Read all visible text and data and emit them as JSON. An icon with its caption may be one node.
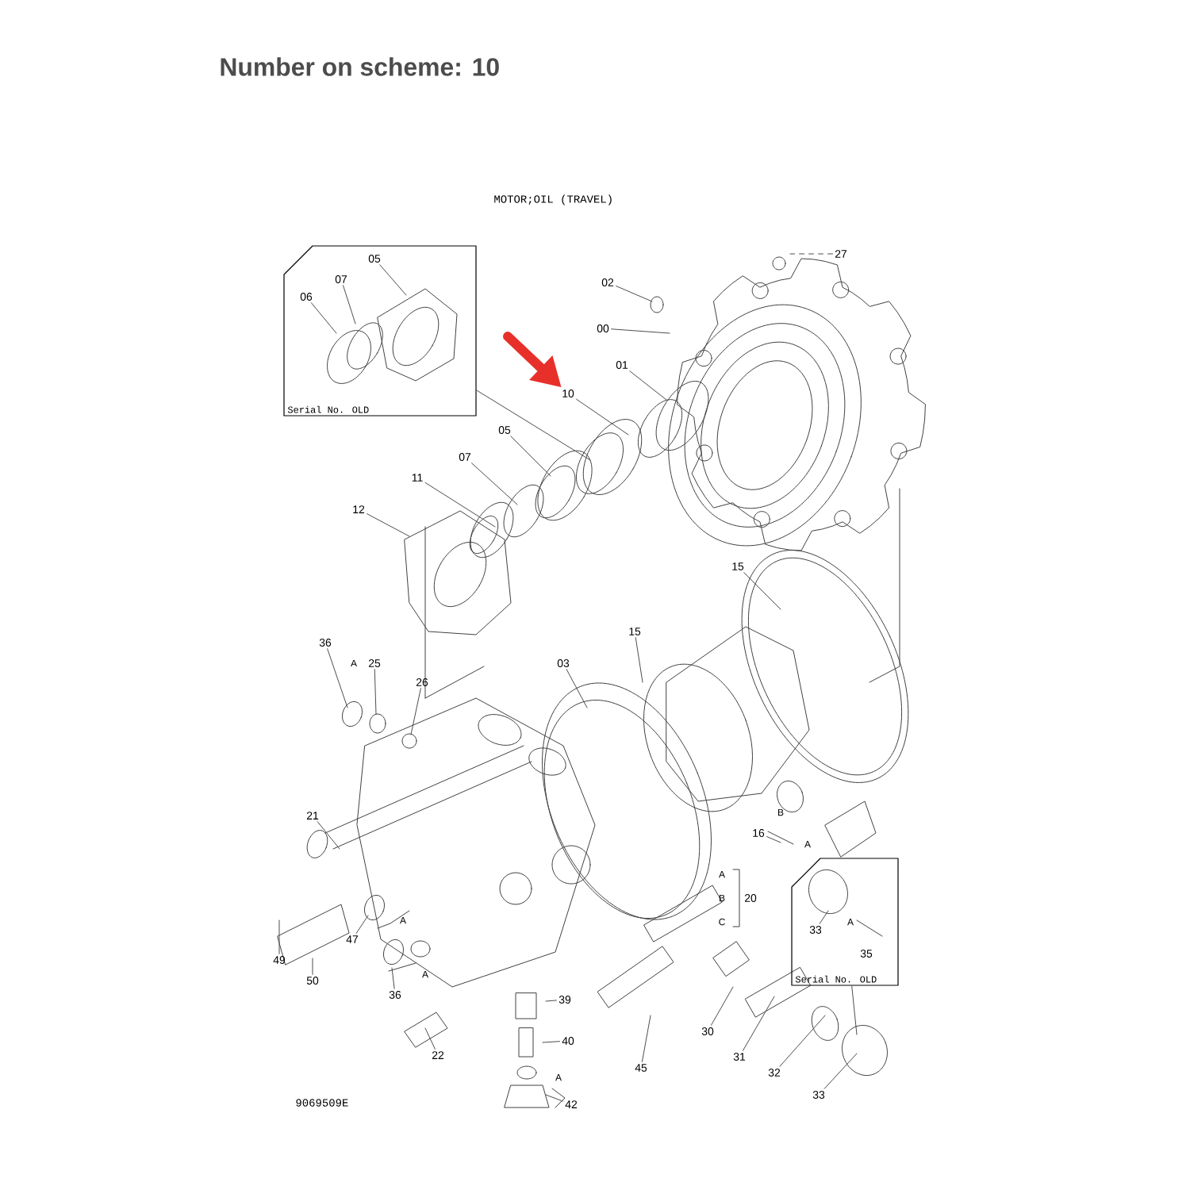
{
  "diagram": {
    "title": "Number on scheme: 10",
    "nodes": [
      {
        "text": [
          "Serial No. OLD"
        ]
      },
      {
        "text": [
          "06"
        ],
        "in": 0
      },
      {
        "text": [
          "07"
        ],
        "in": 0
      },
      {
        "text": [
          "05"
        ],
        "in": 0
      },
      {
        "text": [
          "02"
        ]
      },
      {
        "text": [
          "00"
        ]
      },
      {
        "text": [
          "01"
        ]
      },
      {
        "text": [
          "10"
        ]
      },
      {
        "text": [
          "05"
        ]
      },
      {
        "text": [
          "07"
        ]
      },
      {
        "text": [
          "11"
        ]
      },
      {
        "text": [
          "12"
        ]
      },
      {
        "text": [
          "27"
        ]
      },
      {
        "text": [
          "15"
        ]
      },
      {
        "text": [
          "15"
        ]
      },
      {
        "text": [
          "03"
        ]
      },
      {
        "text": [
          "36"
        ]
      },
      {
        "text": [
          "25"
        ]
      },
      {
        "text": [
          "26"
        ]
      },
      {
        "text": [
          "21"
        ]
      },
      {
        "text": [
          "16"
        ]
      },
      {
        "text": [
          "20"
        ]
      },
      {
        "text": [
          "Serial No. OLD"
        ]
      },
      {
        "text": [
          "33"
        ],
        "in": 22
      },
      {
        "text": [
          "35"
        ],
        "in": 22
      },
      {
        "text": [
          "47"
        ]
      },
      {
        "text": [
          "49"
        ]
      },
      {
        "text": [
          "50"
        ]
      },
      {
        "text": [
          "36"
        ]
      },
      {
        "text": [
          "22"
        ]
      },
      {
        "text": [
          "39"
        ]
      },
      {
        "text": [
          "40"
        ]
      },
      {
        "text": [
          "42"
        ]
      },
      {
        "text": [
          "45"
        ]
      },
      {
        "text": [
          "30"
        ]
      },
      {
        "text": [
          "31"
        ]
      },
      {
        "text": [
          "32"
        ]
      },
      {
        "text": [
          "33"
        ]
      }
    ],
    "edges": [
      {
        "from": 1,
        "to": null,
        "arrow": "none"
      },
      {
        "from": 2,
        "to": null,
        "arrow": "none"
      },
      {
        "from": 3,
        "to": null,
        "arrow": "none"
      },
      {
        "from": 4,
        "to": null,
        "arrow": "none"
      },
      {
        "from": 5,
        "to": null,
        "arrow": "none"
      },
      {
        "from": 6,
        "to": null,
        "arrow": "none"
      },
      {
        "from": 7,
        "to": null,
        "arrow": "none"
      },
      {
        "from": 8,
        "to": null,
        "arrow": "none"
      },
      {
        "from": 9,
        "to": null,
        "arrow": "none"
      },
      {
        "from": 10,
        "to": null,
        "arrow": "none"
      },
      {
        "from": 11,
        "to": null,
        "arrow": "none"
      },
      {
        "from": 12,
        "to": null,
        "arrow": "none",
        "style": "dashed"
      },
      {
        "from": 13,
        "to": null,
        "arrow": "none"
      },
      {
        "from": 14,
        "to": null,
        "arrow": "none"
      },
      {
        "from": 15,
        "to": null,
        "arrow": "none"
      },
      {
        "from": 16,
        "to": null,
        "arrow": "none"
      },
      {
        "from": 17,
        "to": null,
        "arrow": "none"
      },
      {
        "from": 18,
        "to": null,
        "arrow": "none"
      },
      {
        "from": 19,
        "to": null,
        "arrow": "none"
      },
      {
        "from": 20,
        "to": null,
        "arrow": "none"
      },
      {
        "from": 23,
        "to": null,
        "arrow": "none"
      },
      {
        "from": 25,
        "to": null,
        "arrow": "none"
      },
      {
        "from": 26,
        "to": null,
        "arrow": "none"
      },
      {
        "from": 27,
        "to": null,
        "arrow": "none"
      },
      {
        "from": 28,
        "to": null,
        "arrow": "none"
      },
      {
        "from": 29,
        "to": null,
        "arrow": "none"
      },
      {
        "from": 30,
        "to": null,
        "arrow": "none"
      },
      {
        "from": 31,
        "to": null,
        "arrow": "none"
      },
      {
        "from": 32,
        "to": null,
        "arrow": "none"
      },
      {
        "from": 33,
        "to": null,
        "arrow": "none"
      },
      {
        "from": 34,
        "to": null,
        "arrow": "none"
      },
      {
        "from": 35,
        "to": null,
        "arrow": "none"
      },
      {
        "from": 36,
        "to": null,
        "arrow": "none"
      },
      {
        "from": 37,
        "to": null,
        "arrow": "none"
      },
      {
        "from": 0,
        "to": null,
        "arrow": "none"
      },
      {
        "from": 22,
        "to": null,
        "arrow": "none"
      },
      {
        "from": null,
        "to": 7,
        "arrow": "to",
        "style": "thick",
        "color": "#e8302a"
      }
    ],
    "labels": [
      "MOTOR;OIL (TRAVEL)",
      "A",
      "B",
      "A",
      "A",
      "B",
      "C",
      "A",
      "A",
      "A",
      "A",
      "9069509E"
    ]
  }
}
